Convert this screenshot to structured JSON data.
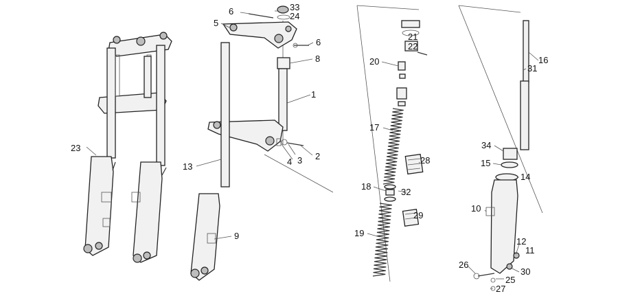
{
  "labels": {
    "p1": "1",
    "p2": "2",
    "p3": "3",
    "p4": "4",
    "p5": "5",
    "p6a": "6",
    "p6b": "6",
    "p8": "8",
    "p9": "9",
    "p10": "10",
    "p11": "11",
    "p12": "12",
    "p13": "13",
    "p14": "14",
    "p15": "15",
    "p16": "16",
    "p17": "17",
    "p18": "18",
    "p19": "19",
    "p20": "20",
    "p21": "21",
    "p22": "22",
    "p23": "23",
    "p24": "24",
    "p25": "25",
    "p26": "26",
    "p27": "27",
    "p28": "28",
    "p29": "29",
    "p30": "30",
    "p31": "31",
    "p32": "32",
    "p33": "33",
    "p34": "34"
  },
  "colors": {
    "line": "#333333",
    "fill": "#f1f1f1",
    "background": "#ffffff"
  }
}
